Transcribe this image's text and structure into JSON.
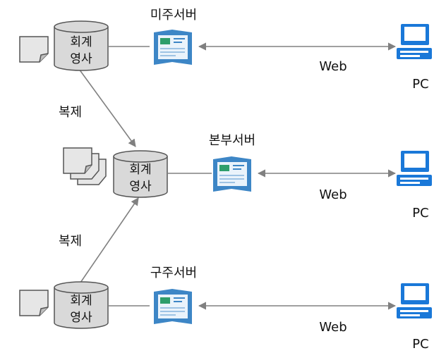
{
  "colors": {
    "db_fill": "#d9d9d9",
    "db_stroke": "#555555",
    "line": "#808080",
    "server_blue": "#3d86c6",
    "pc_blue": "#1a78d8",
    "doc_fill": "#e6e6e6"
  },
  "regions": [
    {
      "server_label": "미주서버",
      "db_line1": "회계",
      "db_line2": "영사",
      "web_label": "Web",
      "pc_label": "PC",
      "doc_icon": "document-icon"
    },
    {
      "server_label": "본부서버",
      "db_line1": "회계",
      "db_line2": "영사",
      "web_label": "Web",
      "pc_label": "PC",
      "doc_icon": "documents-stack-icon"
    },
    {
      "server_label": "구주서버",
      "db_line1": "회계",
      "db_line2": "영사",
      "web_label": "Web",
      "pc_label": "PC",
      "doc_icon": "document-icon"
    }
  ],
  "replication_labels": [
    "복제",
    "복제"
  ],
  "icons": {
    "server": "server-icon",
    "pc": "pc-icon",
    "database": "database-icon"
  }
}
